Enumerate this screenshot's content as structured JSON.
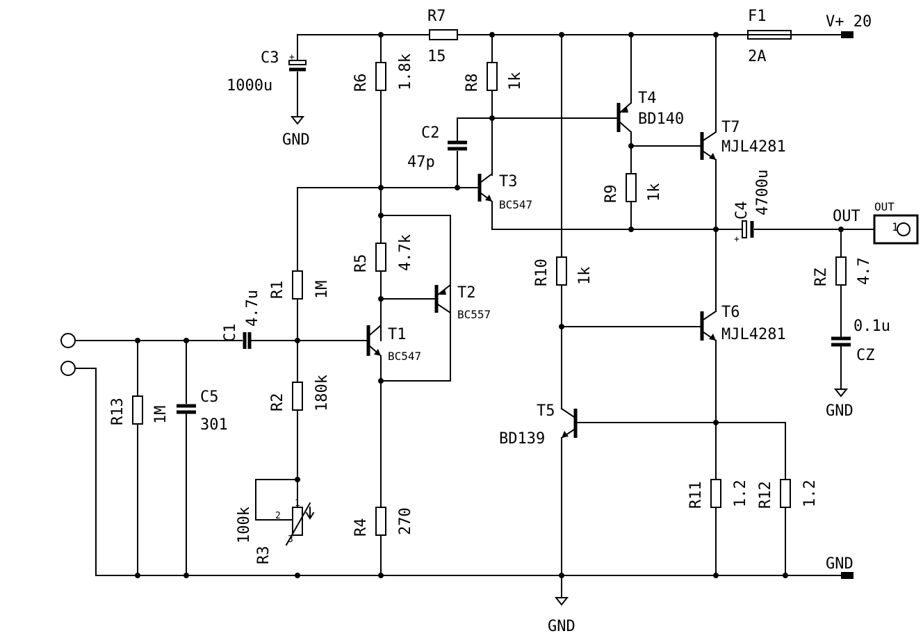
{
  "components": {
    "R1": {
      "ref": "R1",
      "value": "1M"
    },
    "R2": {
      "ref": "R2",
      "value": "180k"
    },
    "R3": {
      "ref": "R3",
      "value": "100k"
    },
    "R4": {
      "ref": "R4",
      "value": "270"
    },
    "R5": {
      "ref": "R5",
      "value": "4.7k"
    },
    "R6": {
      "ref": "R6",
      "value": "1.8k"
    },
    "R7": {
      "ref": "R7",
      "value": "15"
    },
    "R8": {
      "ref": "R8",
      "value": "1k"
    },
    "R9": {
      "ref": "R9",
      "value": "1k"
    },
    "R10": {
      "ref": "R10",
      "value": "1k"
    },
    "R11": {
      "ref": "R11",
      "value": "1.2"
    },
    "R12": {
      "ref": "R12",
      "value": "1.2"
    },
    "R13": {
      "ref": "R13",
      "value": "1M"
    },
    "RZ": {
      "ref": "RZ",
      "value": "4.7"
    },
    "C1": {
      "ref": "C1",
      "value": "4.7u"
    },
    "C2": {
      "ref": "C2",
      "value": "47p"
    },
    "C3": {
      "ref": "C3",
      "value": "1000u"
    },
    "C4": {
      "ref": "C4",
      "value": "4700u"
    },
    "C5": {
      "ref": "C5",
      "value": "301"
    },
    "CZ": {
      "ref": "CZ",
      "value": "0.1u"
    },
    "F1": {
      "ref": "F1",
      "value": "2A"
    },
    "T1": {
      "ref": "T1",
      "value": "BC547"
    },
    "T2": {
      "ref": "T2",
      "value": "BC557"
    },
    "T3": {
      "ref": "T3",
      "value": "BC547"
    },
    "T4": {
      "ref": "T4",
      "value": "BD140"
    },
    "T5": {
      "ref": "T5",
      "value": "BD139"
    },
    "T6": {
      "ref": "T6",
      "value": "MJL4281"
    },
    "T7": {
      "ref": "T7",
      "value": "MJL4281"
    }
  },
  "nets": {
    "supply": "V+ 20",
    "ground": "GND",
    "output": "OUT"
  },
  "connector": {
    "label": "OUT",
    "pin": "1"
  },
  "pot_pins": {
    "p1": "1",
    "p2": "2",
    "p3": "3"
  },
  "polarity_mark": "+"
}
